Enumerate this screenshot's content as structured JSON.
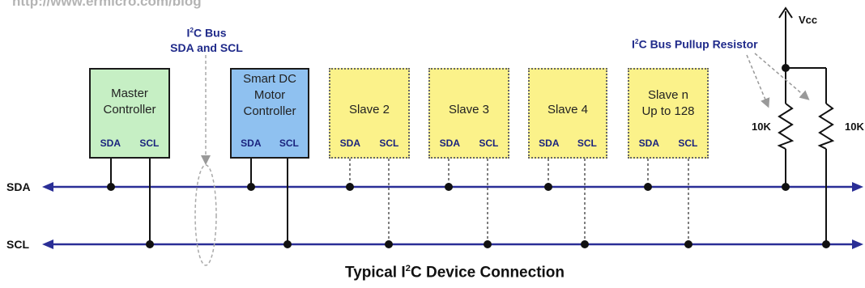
{
  "header": {
    "url": "http://www.ermicro.com/blog"
  },
  "labels": {
    "bus_title_line1_pre": "I",
    "bus_title_line1_sup": "2",
    "bus_title_line1_post": "C Bus",
    "bus_title_line2": "SDA and SCL",
    "pullup_pre": "I",
    "pullup_sup": "2",
    "pullup_post": "C Bus Pullup Resistor",
    "vcc": "Vcc",
    "sda_line": "SDA",
    "scl_line": "SCL",
    "resistor1": "10K",
    "resistor2": "10K",
    "caption_pre": "Typical I",
    "caption_sup": "2",
    "caption_post": "C Device Connection"
  },
  "devices": [
    {
      "name": "Master Controller",
      "sda": "SDA",
      "scl": "SCL"
    },
    {
      "name": "Smart DC Motor Controller",
      "sda": "SDA",
      "scl": "SCL"
    },
    {
      "name": "Slave 2",
      "sda": "SDA",
      "scl": "SCL"
    },
    {
      "name": "Slave 3",
      "sda": "SDA",
      "scl": "SCL"
    },
    {
      "name": "Slave 4",
      "sda": "SDA",
      "scl": "SCL"
    },
    {
      "name": "Slave n Up to 128",
      "sda": "SDA",
      "scl": "SCL"
    }
  ],
  "colors": {
    "bus_line": "#2a2e96",
    "master_fill": "#c6efc4",
    "motor_fill": "#8fc1f0",
    "slave_fill": "#fbf28a",
    "label_navy": "#1f2a8a"
  }
}
